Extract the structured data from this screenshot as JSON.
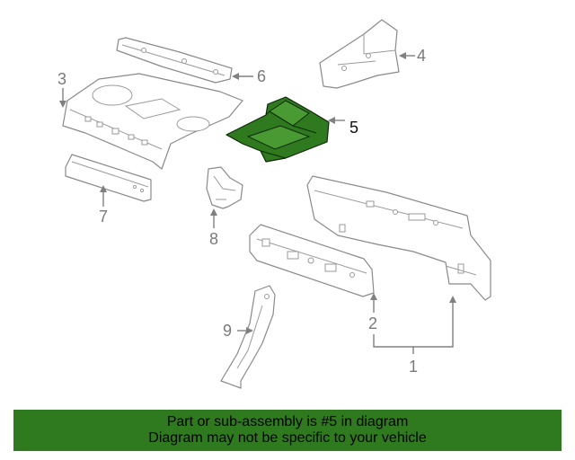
{
  "callouts": {
    "c1": "1",
    "c2": "2",
    "c3": "3",
    "c4": "4",
    "c5": "5",
    "c6": "6",
    "c7": "7",
    "c8": "8",
    "c9": "9"
  },
  "highlight": {
    "part": "5",
    "color": "#2f7a1f"
  },
  "banner": {
    "line1": "Part or sub-assembly is #5 in diagram",
    "line2": "Diagram may not be specific to your vehicle"
  }
}
